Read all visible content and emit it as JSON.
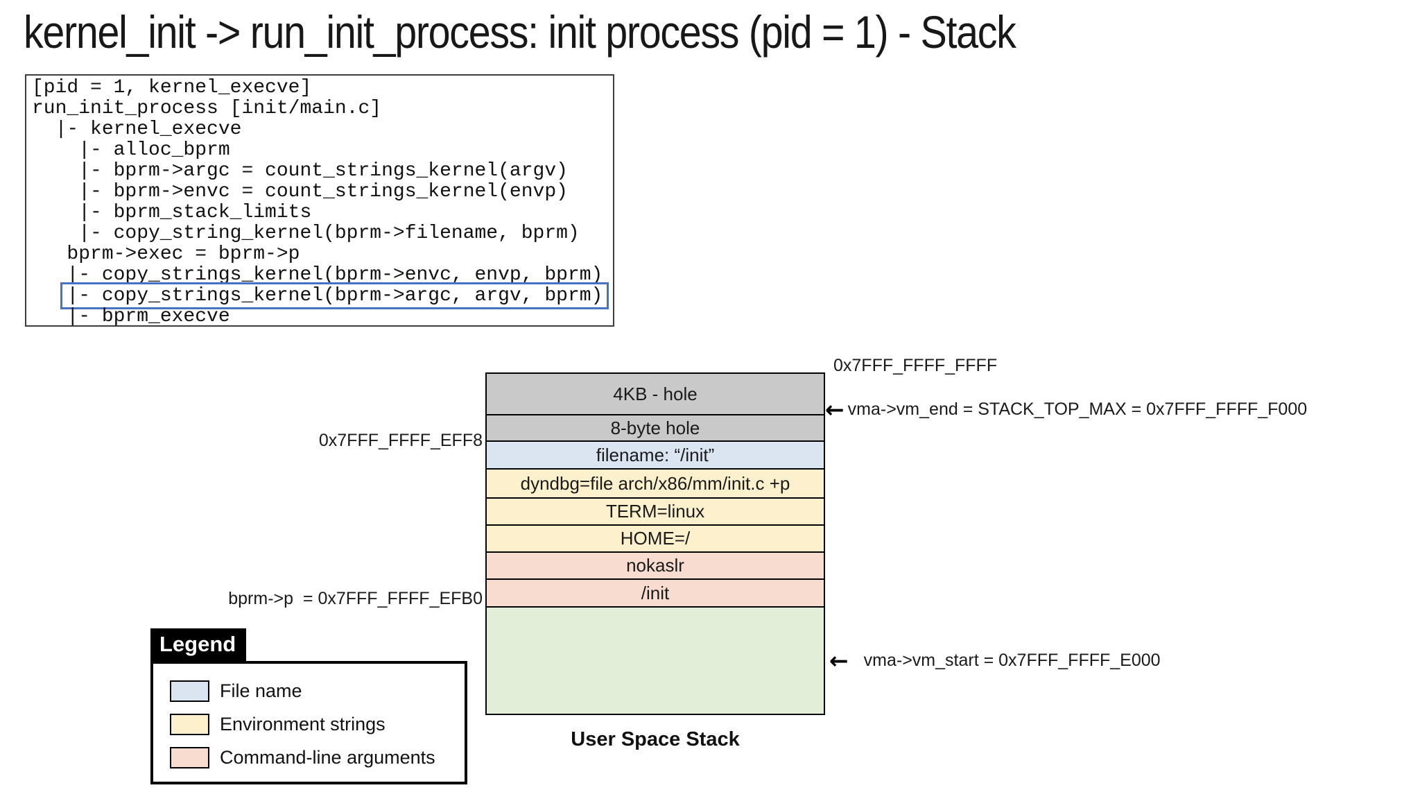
{
  "slide": {
    "title": "kernel_init -> run_init_process: init process (pid = 1) - Stack"
  },
  "code_panel": {
    "lines": [
      "[pid = 1, kernel_execve]",
      "run_init_process [init/main.c]",
      "  |- kernel_execve",
      "    |- alloc_bprm",
      "    |- bprm->argc = count_strings_kernel(argv)",
      "    |- bprm->envc = count_strings_kernel(envp)",
      "    |- bprm_stack_limits",
      "    |- copy_string_kernel(bprm->filename, bprm)",
      "   bprm->exec = bprm->p",
      "   |- copy_strings_kernel(bprm->envc, envp, bprm)",
      "   |- copy_strings_kernel(bprm->argc, argv, bprm)",
      "   |- bprm_execve"
    ],
    "highlight_index": 10,
    "highlight_color": "#4472c4"
  },
  "stack": {
    "rows": [
      {
        "label": "4KB - hole",
        "type": "hole"
      },
      {
        "label": "8-byte hole",
        "type": "hole"
      },
      {
        "label": "filename: “/init”",
        "type": "filename"
      },
      {
        "label": "dyndbg=file arch/x86/mm/init.c +p",
        "type": "env"
      },
      {
        "label": "TERM=linux",
        "type": "env"
      },
      {
        "label": "HOME=/",
        "type": "env"
      },
      {
        "label": "nokaslr",
        "type": "arg"
      },
      {
        "label": "/init",
        "type": "arg"
      },
      {
        "label": "",
        "type": "free"
      }
    ],
    "caption": "User Space Stack",
    "colors": {
      "hole": "#c9c9c9",
      "filename": "#dbe5f1",
      "env": "#fdf0cd",
      "arg": "#f8dcd0",
      "free": "#e3eed9"
    },
    "annotations": {
      "top_address": "0x7FFF_FFFF_FFFF",
      "vm_end": "vma->vm_end = STACK_TOP_MAX = 0x7FFF_FFFF_F000",
      "addr_eff8": "0x7FFF_FFFF_EFF8",
      "bprm_p": "bprm->p  = 0x7FFF_FFFF_EFB0",
      "vm_start": "vma->vm_start = 0x7FFF_FFFF_E000"
    }
  },
  "legend": {
    "title": "Legend",
    "items": [
      {
        "label": "File name",
        "color": "#dbe5f1"
      },
      {
        "label": "Environment strings",
        "color": "#fdf0cd"
      },
      {
        "label": "Command-line arguments",
        "color": "#f8dcd0"
      }
    ]
  },
  "icons": {
    "left_arrow": "←"
  }
}
